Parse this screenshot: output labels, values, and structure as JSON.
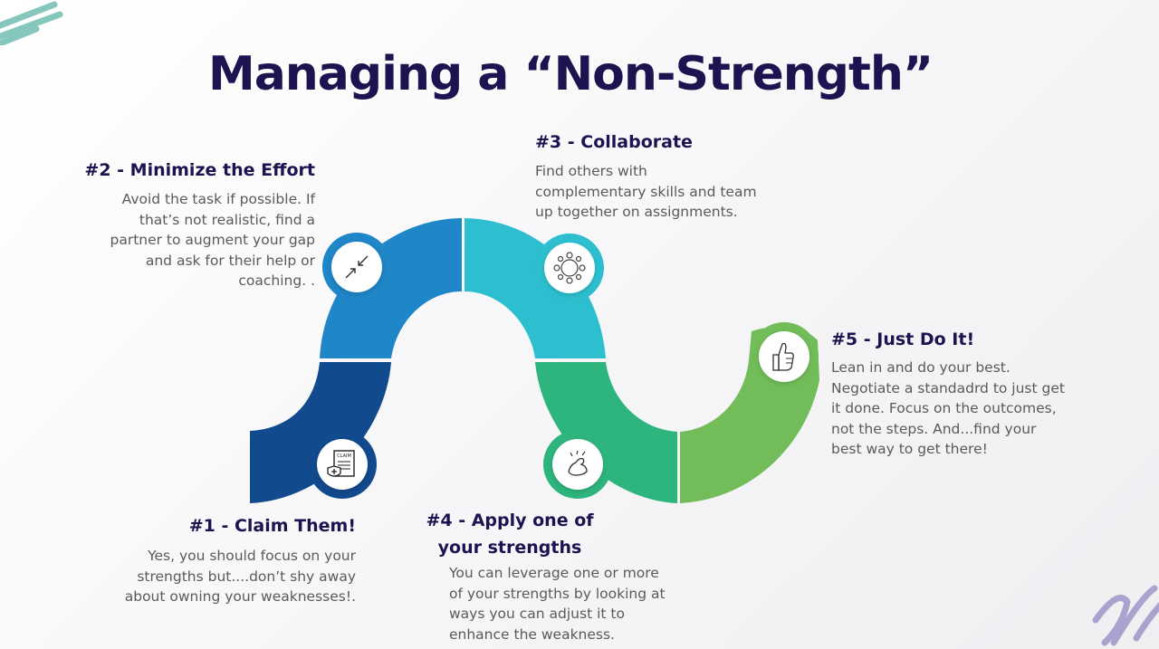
{
  "title": "Managing a “Non-Strength”",
  "steps": [
    {
      "heading": "#1 - Claim Them!",
      "body": [
        "Yes, you should focus on your",
        "strengths but....don’t shy away",
        "about owning your weaknesses!."
      ],
      "icon": "claim-document-icon",
      "icon_text": "CLAIM",
      "color": "#124a8e"
    },
    {
      "heading": "#2 - Minimize the Effort",
      "body": [
        "Avoid the task if possible. If",
        "that’s not realistic, find a",
        "partner to augment your gap",
        "and ask for their help or",
        "coaching. ."
      ],
      "icon": "minimize-arrows-icon",
      "color": "#1f86c8"
    },
    {
      "heading": "#3 - Collaborate",
      "body": [
        "Find others with",
        "complementary skills and team",
        "up together on assignments."
      ],
      "icon": "collaboration-network-icon",
      "color": "#2dbfcf"
    },
    {
      "heading_lines": [
        "#4 - Apply one of",
        "your strengths"
      ],
      "body": [
        "You can leverage one or more",
        "of your strengths by looking at",
        "ways you can adjust it to",
        "enhance the weakness."
      ],
      "icon": "flexed-arm-icon",
      "color": "#2eb57e"
    },
    {
      "heading": "#5 - Just Do It!",
      "body": [
        "Lean in and do your best.",
        "Negotiate a standadrd to just get",
        "it done. Focus on the outcomes,",
        "not the steps. And...find your",
        "best way to get there!"
      ],
      "icon": "thumbs-up-icon",
      "color": "#72bd5a"
    }
  ],
  "colors": {
    "title": "#1e1250",
    "body_text": "#5a5a5a",
    "brush_teal": "#86c7bd",
    "brush_lavender": "#a9a4cf"
  }
}
